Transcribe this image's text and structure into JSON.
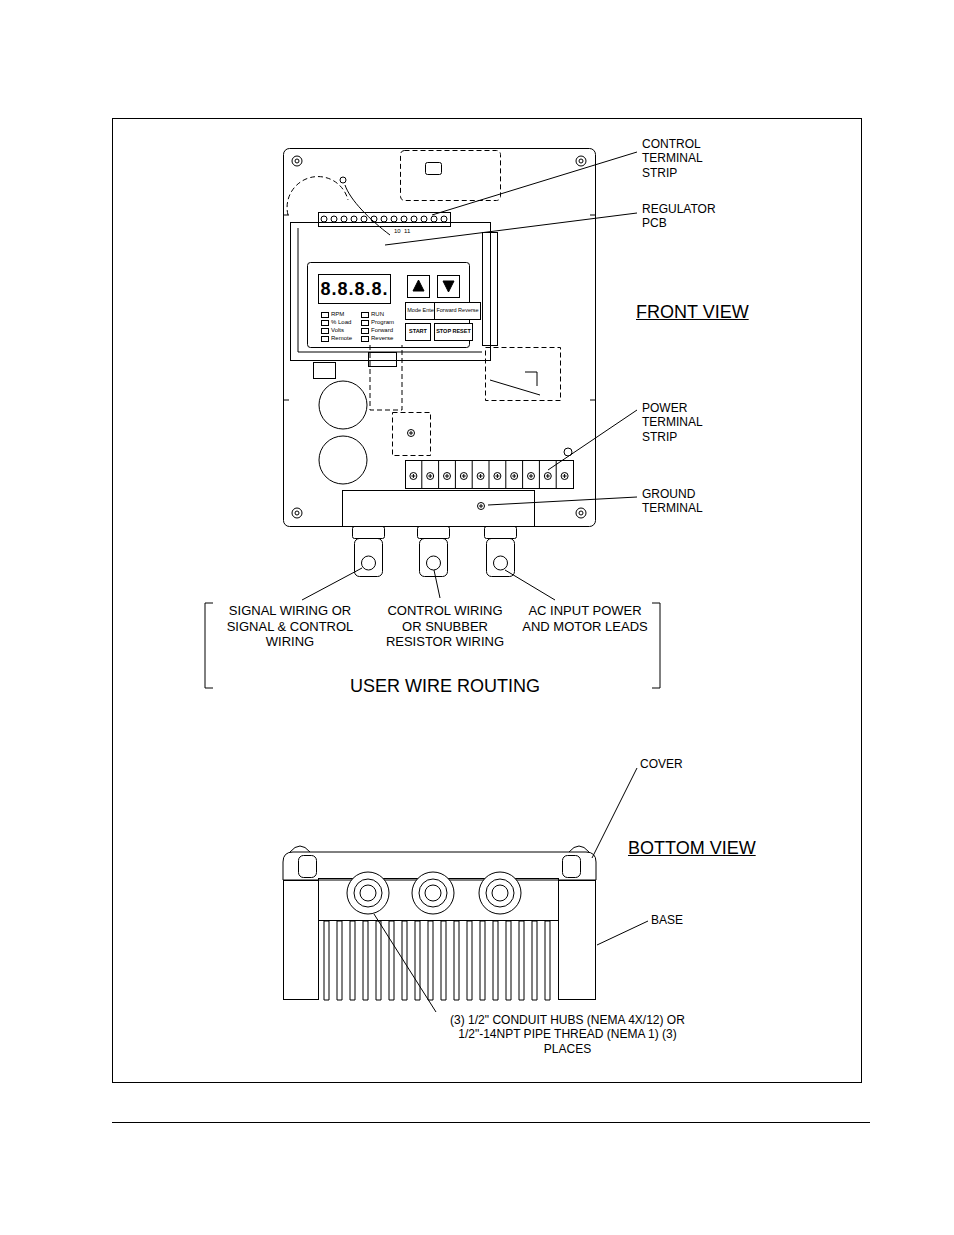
{
  "diagram": {
    "nodes": [
      {
        "text": [
          "8.8.8.8."
        ]
      },
      {
        "text": [
          "Mode Enter"
        ]
      },
      {
        "text": [
          "Forward Reverse"
        ]
      },
      {
        "text": [
          "START"
        ]
      },
      {
        "text": [
          "STOP RESET"
        ]
      }
    ],
    "labels": [
      "CONTROL TERMINAL STRIP",
      "REGULATOR PCB",
      "FRONT VIEW",
      "POWER TERMINAL STRIP",
      "GROUND TERMINAL",
      "10",
      "11",
      "RPM",
      "% Load",
      "Volts",
      "Remote",
      "RUN",
      "Program",
      "Forward",
      "Reverse",
      "SIGNAL WIRING OR SIGNAL & CONTROL WIRING",
      "CONTROL WIRING OR SNUBBER RESISTOR WIRING",
      "AC INPUT POWER AND MOTOR LEADS",
      "USER WIRE ROUTING",
      "COVER",
      "BOTTOM VIEW",
      "BASE",
      "(3) 1/2\" CONDUIT HUBS (NEMA 4X/12) OR 1/2\"-14NPT PIPE THREAD (NEMA 1) (3) PLACES"
    ]
  }
}
